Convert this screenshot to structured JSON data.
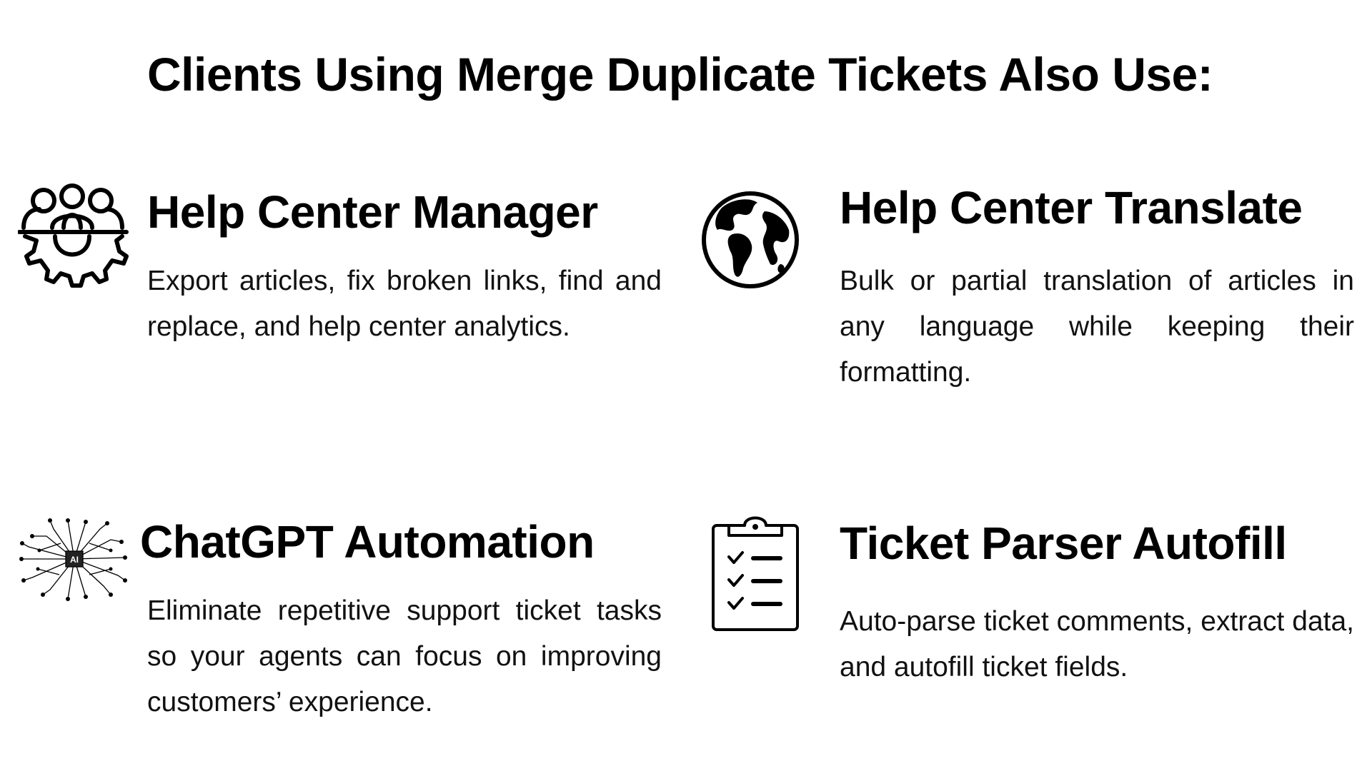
{
  "title": "Clients Using Merge Duplicate Tickets Also Use:",
  "cards": [
    {
      "icon": "team-gear-icon",
      "heading": "Help Center Manager",
      "description": "Export articles, fix broken links, find and replace, and help center analytics."
    },
    {
      "icon": "globe-icon",
      "heading": "Help Center Translate",
      "description": "Bulk or partial translation of articles in any language while keeping their formatting."
    },
    {
      "icon": "ai-brain-circuit-icon",
      "heading": "ChatGPT Automation",
      "description": "Eliminate repetitive support ticket tasks so your agents can focus on improving customers’ experience.",
      "icon_label": "AI"
    },
    {
      "icon": "clipboard-checklist-icon",
      "heading": "Ticket Parser Autofill",
      "description": "Auto-parse ticket comments, extract data, and autofill ticket fields."
    }
  ]
}
